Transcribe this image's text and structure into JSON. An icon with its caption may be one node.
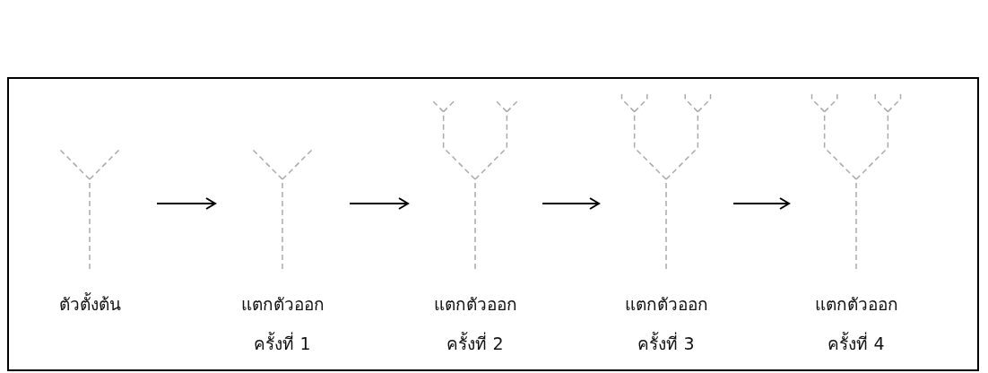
{
  "diagram": {
    "nodes": [
      {
        "text": [
          "ตัวตั้งต้น"
        ]
      },
      {
        "text": [
          "แตกตัวออก ครั้งที่ 1"
        ]
      },
      {
        "text": [
          "แตกตัวออก ครั้งที่ 2"
        ]
      },
      {
        "text": [
          "แตกตัวออก ครั้งที่ 3"
        ]
      },
      {
        "text": [
          "แตกตัวออก ครั้งที่ 4"
        ]
      }
    ],
    "edges": [
      {
        "from": 0,
        "to": 1,
        "arrow": "to"
      },
      {
        "from": 1,
        "to": 2,
        "arrow": "to"
      },
      {
        "from": 2,
        "to": 3,
        "arrow": "to"
      },
      {
        "from": 3,
        "to": 4,
        "arrow": "to"
      }
    ]
  }
}
